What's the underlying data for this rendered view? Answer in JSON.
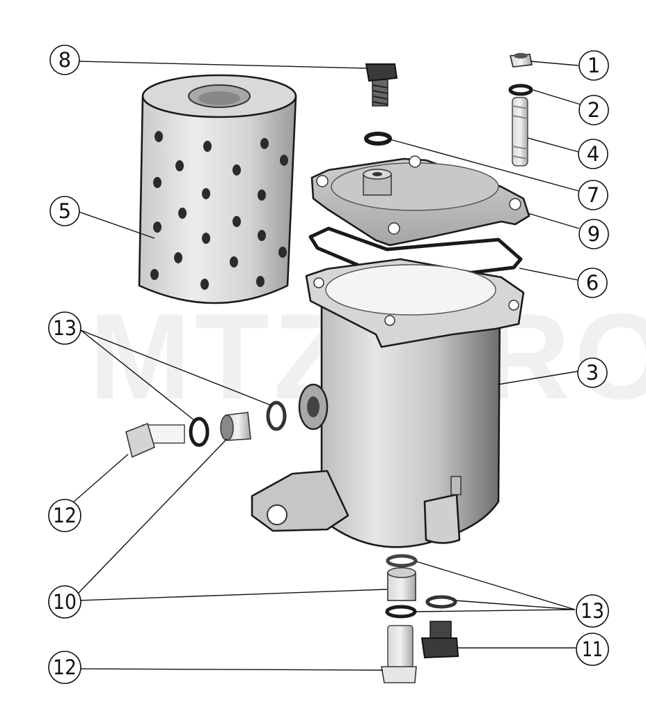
{
  "watermark": "MTZ-PRO",
  "callouts": {
    "c1": "1",
    "c2": "2",
    "c3": "3",
    "c4": "4",
    "c5": "5",
    "c6": "6",
    "c7": "7",
    "c8": "8",
    "c9": "9",
    "c10a": "10",
    "c11": "11",
    "c12a": "12",
    "c12b": "12",
    "c13a": "13",
    "c13b": "13"
  },
  "colors": {
    "metal_light": "#e2e2e2",
    "metal_mid": "#bdbdbd",
    "metal_dark": "#7e7e7e",
    "bolt_dark": "#3a3a3a",
    "outline": "#1a1a1a"
  }
}
